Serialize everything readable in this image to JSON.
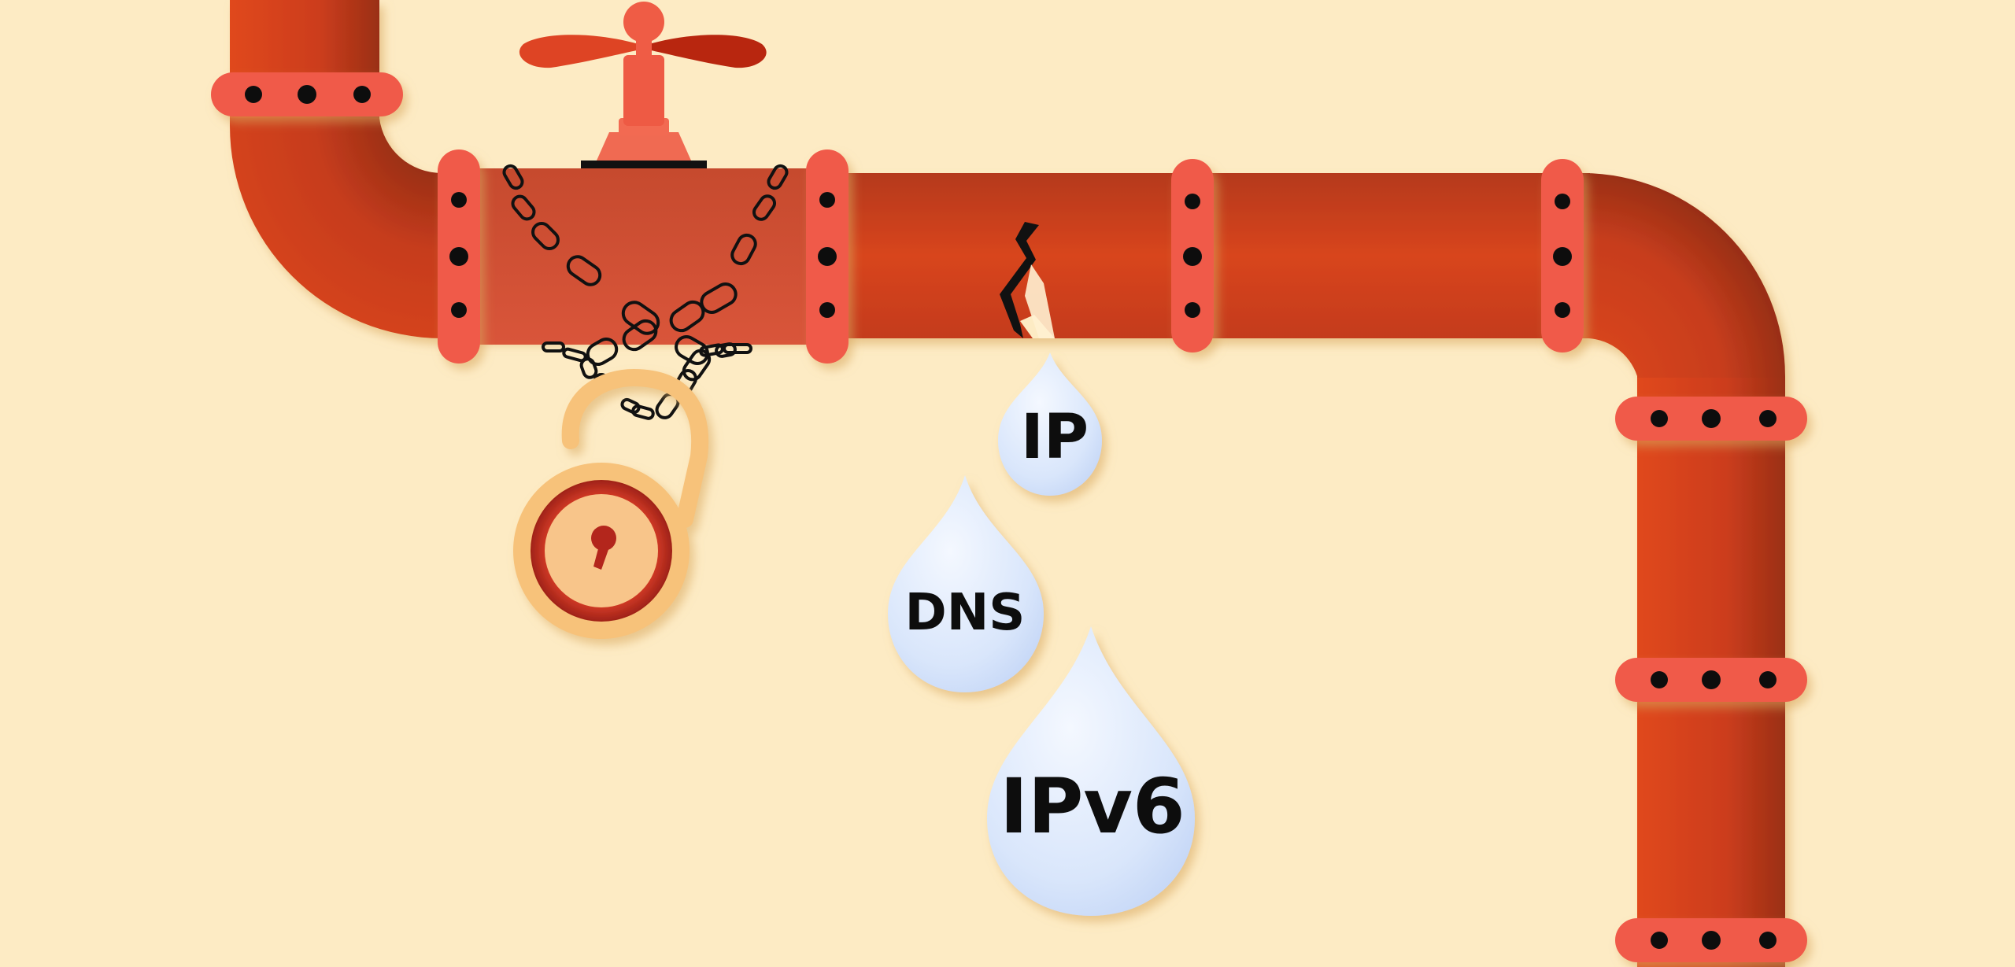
{
  "illustration": {
    "drops": [
      {
        "label": "IP"
      },
      {
        "label": "DNS"
      },
      {
        "label": "IPv6"
      }
    ],
    "icons": [
      "valve-icon",
      "chain-icon",
      "padlock-open-icon",
      "crack-icon",
      "water-drop-icon"
    ],
    "colors": {
      "background": "#fdebc4",
      "pipe": "#d2401c",
      "pipe_dark": "#a8341a",
      "flange": "#f05a4a",
      "bolt": "#111111",
      "lock": "#f7c27a",
      "lock_face": "#b3261e",
      "drop": "#d6e4fb",
      "drop_highlight": "#f3f7ff"
    }
  }
}
